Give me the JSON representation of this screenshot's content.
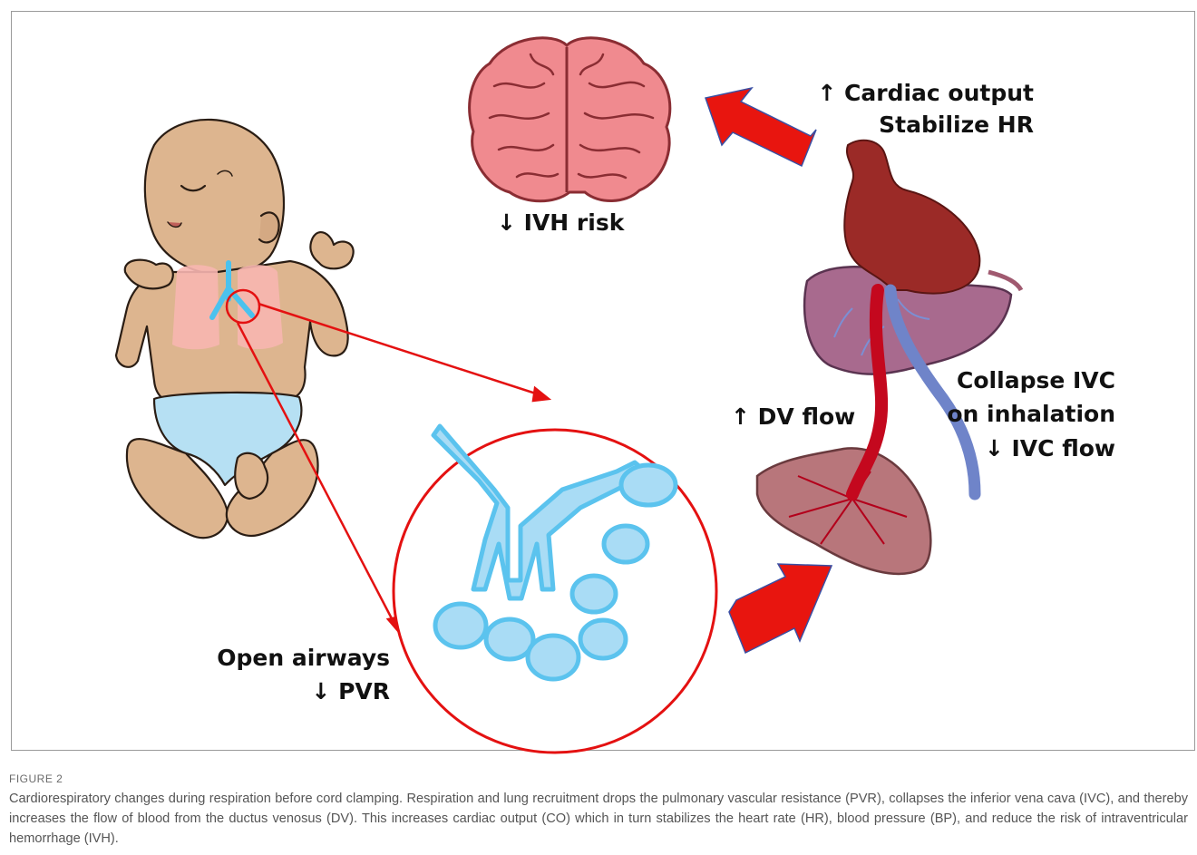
{
  "labels": {
    "cardiac_output": "↑ Cardiac output",
    "stabilize_hr": "Stabilize HR",
    "ivh_risk": "↓ IVH risk",
    "dv_flow": "↑ DV flow",
    "collapse_ivc": "Collapse IVC",
    "on_inhalation": "on inhalation",
    "ivc_flow": "↓ IVC flow",
    "open_airways": "Open airways",
    "pvr": "↓ PVR"
  },
  "caption": {
    "figure_label": "FIGURE 2",
    "text": "Cardiorespiratory changes during respiration before cord clamping. Respiration and lung recruitment drops the pulmonary vascular resistance (PVR), collapses the inferior vena cava (IVC), and thereby increases the flow of blood from the ductus venosus (DV). This increases cardiac output (CO) which in turn stabilizes the heart rate (HR), blood pressure (BP), and reduce the risk of intraventricular hemorrhage (IVH)."
  },
  "colors": {
    "arrow_red": "#e8150f",
    "lung_blue": "#a9dcf5",
    "brain_pink": "#f08a8f",
    "heart_red": "#9b2a27",
    "liver_purple": "#a86a8e",
    "ivc_blue": "#6f84c9",
    "skin": "#ddb58f",
    "diaper": "#b6e0f3"
  }
}
